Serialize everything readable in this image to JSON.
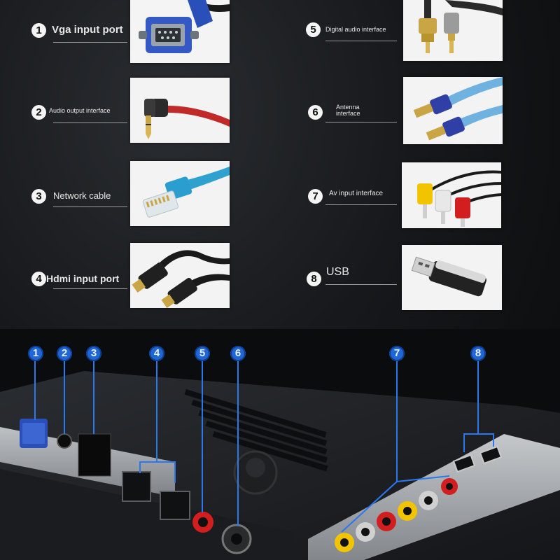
{
  "left_items": [
    {
      "num": "1",
      "label": "Vga input port"
    },
    {
      "num": "2",
      "label": "Audio output interface"
    },
    {
      "num": "3",
      "label": "Network cable"
    },
    {
      "num": "4",
      "label": "Hdmi input port"
    }
  ],
  "right_items": [
    {
      "num": "5",
      "label": "Digital audio interface"
    },
    {
      "num": "6",
      "label_line1": "Antenna",
      "label_line2": "interface"
    },
    {
      "num": "7",
      "label": "Av input interface"
    },
    {
      "num": "8",
      "label": "USB"
    }
  ],
  "panel_badges": [
    "1",
    "2",
    "3",
    "4",
    "5",
    "6",
    "7",
    "8"
  ],
  "colors": {
    "badge": "#1f66d6",
    "leader": "#2a78f0",
    "vga_blue": "#2a4fb8",
    "rca_yellow": "#f2c400",
    "rca_red": "#d21e1e"
  }
}
